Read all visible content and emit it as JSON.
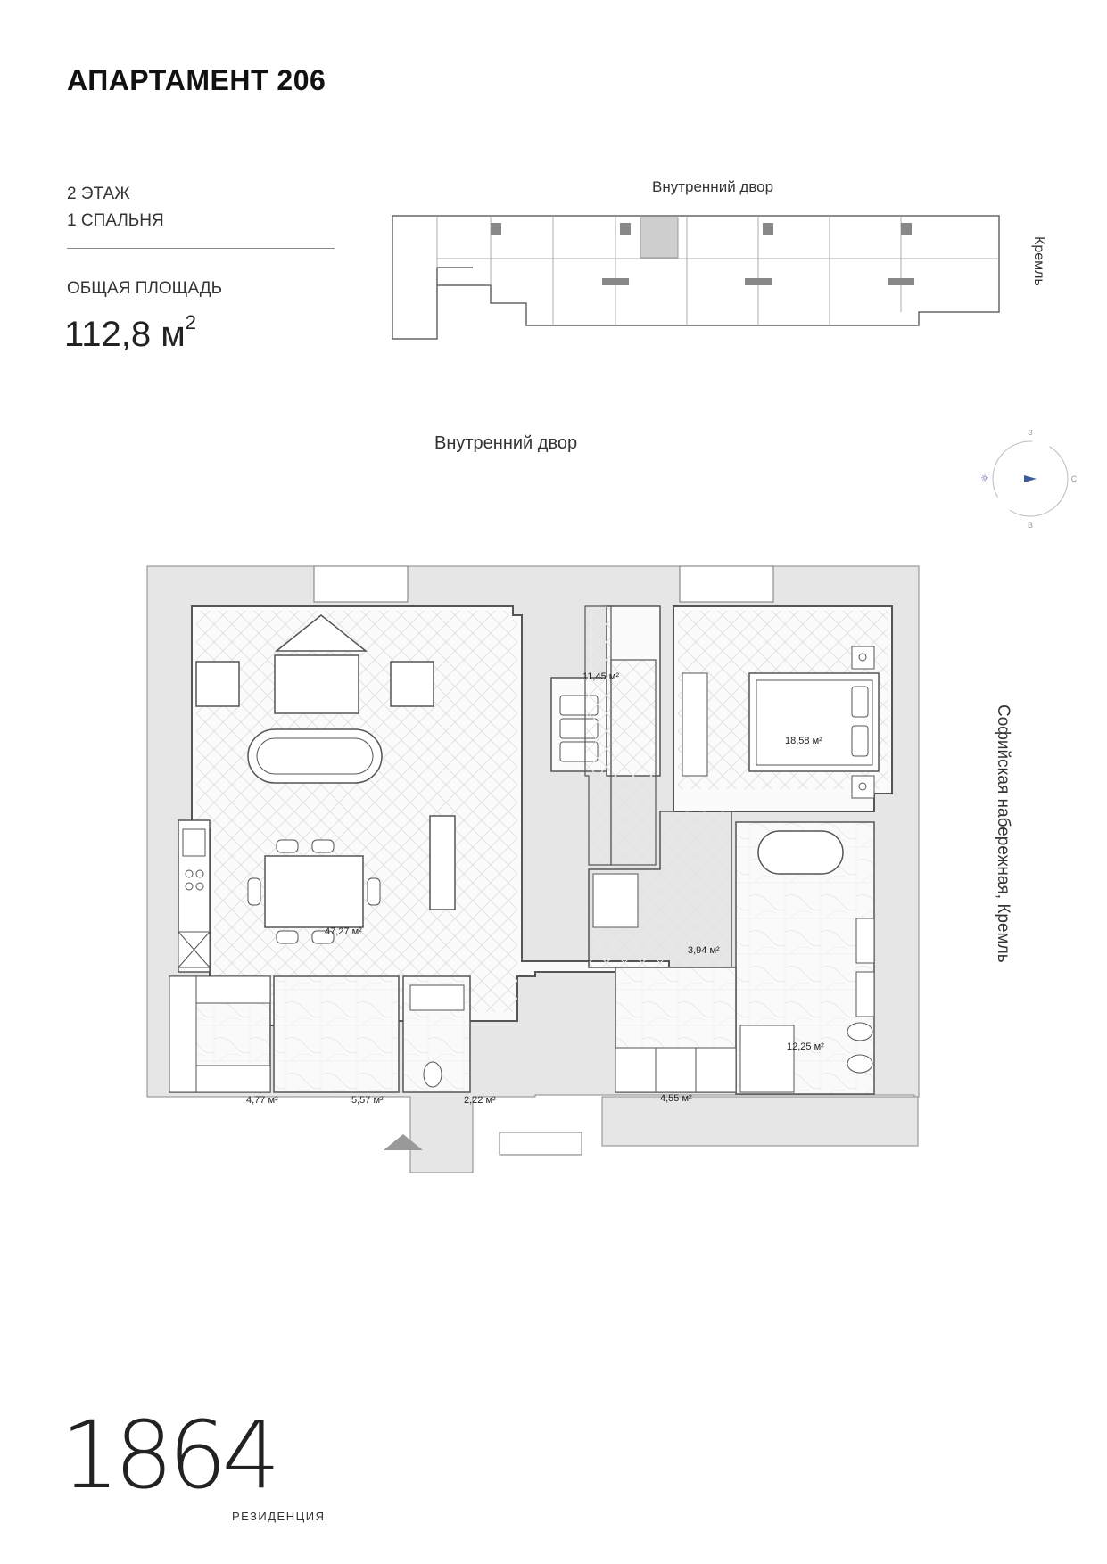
{
  "header": {
    "title": "АПАРТАМЕНТ 206",
    "floor": "2 ЭТАЖ",
    "bedrooms": "1 СПАЛЬНЯ",
    "total_area_label": "ОБЩАЯ ПЛОЩАДЬ",
    "total_area_value": "112,8 м",
    "total_area_sup": "2"
  },
  "key_plan": {
    "top_label": "Внутренний двор",
    "side_label": "Кремль"
  },
  "plan": {
    "top_label": "Внутренний двор",
    "side_label": "Софийская набережная, Кремль",
    "rooms": [
      {
        "name": "living-room",
        "area": "47,27 м²"
      },
      {
        "name": "wardrobe",
        "area": "11,45 м²"
      },
      {
        "name": "bedroom",
        "area": "18,58 м²"
      },
      {
        "name": "hall",
        "area": "3,94 м²"
      },
      {
        "name": "bathroom",
        "area": "12,25 м²"
      },
      {
        "name": "dressing",
        "area": "4,77 м²"
      },
      {
        "name": "entry",
        "area": "5,57 м²"
      },
      {
        "name": "wc",
        "area": "2,22 м²"
      },
      {
        "name": "laundry",
        "area": "4,55 м²"
      }
    ]
  },
  "compass": {
    "north": "З",
    "east": "С",
    "south": "В"
  },
  "brand": {
    "digits": "1864",
    "name": "РЕЗИДЕНЦИЯ"
  },
  "colors": {
    "wall": "#e6e6e6",
    "accent": "#3a5a9a",
    "key_highlight": "#cfcfcf"
  }
}
